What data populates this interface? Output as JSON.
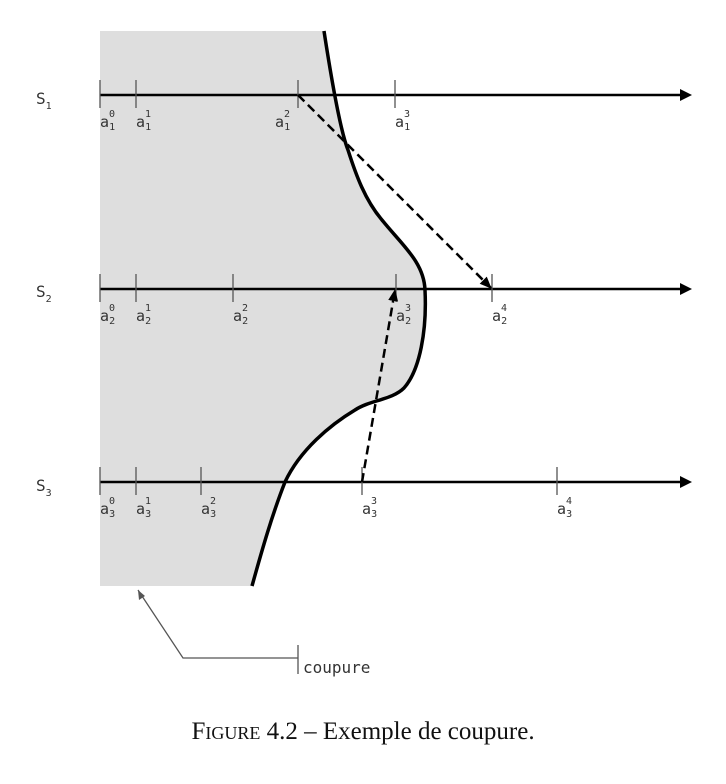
{
  "colors": {
    "past_region": "#dedede",
    "line": "#000000",
    "tick": "#555555",
    "text": "#333333"
  },
  "processes": [
    {
      "label": "S",
      "index": "1",
      "events": [
        {
          "base": "a",
          "sub": "1",
          "sup": "0"
        },
        {
          "base": "a",
          "sub": "1",
          "sup": "1"
        },
        {
          "base": "a",
          "sub": "1",
          "sup": "2"
        },
        {
          "base": "a",
          "sub": "1",
          "sup": "3"
        }
      ]
    },
    {
      "label": "S",
      "index": "2",
      "events": [
        {
          "base": "a",
          "sub": "2",
          "sup": "0"
        },
        {
          "base": "a",
          "sub": "2",
          "sup": "1"
        },
        {
          "base": "a",
          "sub": "2",
          "sup": "2"
        },
        {
          "base": "a",
          "sub": "2",
          "sup": "3"
        },
        {
          "base": "a",
          "sub": "2",
          "sup": "4"
        }
      ]
    },
    {
      "label": "S",
      "index": "3",
      "events": [
        {
          "base": "a",
          "sub": "3",
          "sup": "0"
        },
        {
          "base": "a",
          "sub": "3",
          "sup": "1"
        },
        {
          "base": "a",
          "sub": "3",
          "sup": "2"
        },
        {
          "base": "a",
          "sub": "3",
          "sup": "3"
        },
        {
          "base": "a",
          "sub": "3",
          "sup": "4"
        }
      ]
    }
  ],
  "messages": [
    {
      "from": "a_1^2",
      "to": "a_2^4",
      "style": "dashed"
    },
    {
      "from": "a_3^3",
      "to": "a_2^3",
      "style": "dashed"
    }
  ],
  "cut_label": "coupure",
  "caption": {
    "prefix_small_caps": "Figure",
    "number": "4.2",
    "separator": "–",
    "text": "Exemple de coupure."
  }
}
